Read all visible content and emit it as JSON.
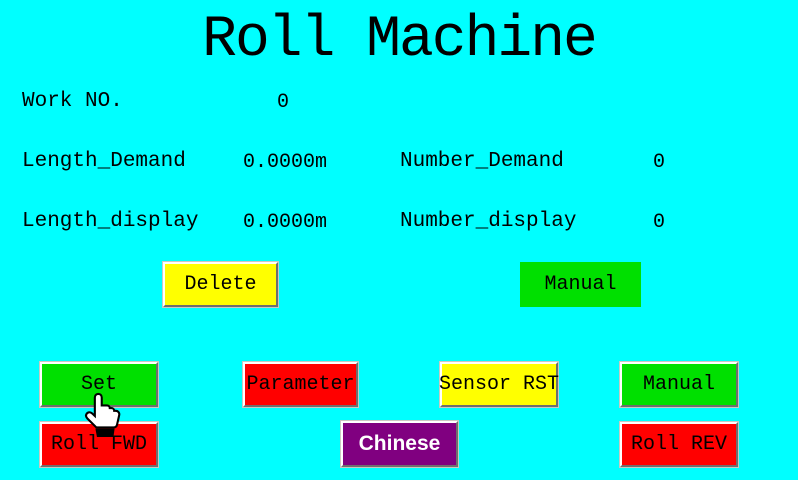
{
  "title": "Roll Machine",
  "fields": {
    "work_no": {
      "label": "Work NO.",
      "value": "0"
    },
    "length_demand": {
      "label": "Length_Demand",
      "value": "0.0000m"
    },
    "number_demand": {
      "label": "Number_Demand",
      "value": "0"
    },
    "length_display": {
      "label": "Length_display",
      "value": "0.0000m"
    },
    "number_display": {
      "label": "Number_display",
      "value": "0"
    }
  },
  "buttons": {
    "delete": {
      "label": "Delete",
      "color": "#FFFF00"
    },
    "manual_lamp": {
      "label": "Manual",
      "color": "#00E000"
    },
    "set": {
      "label": "Set",
      "color": "#00E000"
    },
    "parameter": {
      "label": "Parameter",
      "color": "#FF0000"
    },
    "sensor_rst": {
      "label": "Sensor RST",
      "color": "#FFFF00"
    },
    "manual": {
      "label": "Manual",
      "color": "#00E000"
    },
    "roll_fwd": {
      "label": "Roll FWD",
      "color": "#FF0000"
    },
    "chinese": {
      "label": "Chinese",
      "color": "#800080"
    },
    "roll_rev": {
      "label": "Roll REV",
      "color": "#FF0000"
    }
  },
  "colors": {
    "background": "#00FFFF",
    "button_text": "#000000",
    "chinese_text": "#FFFFFF"
  },
  "cursor": {
    "icon": "hand-pointer"
  }
}
